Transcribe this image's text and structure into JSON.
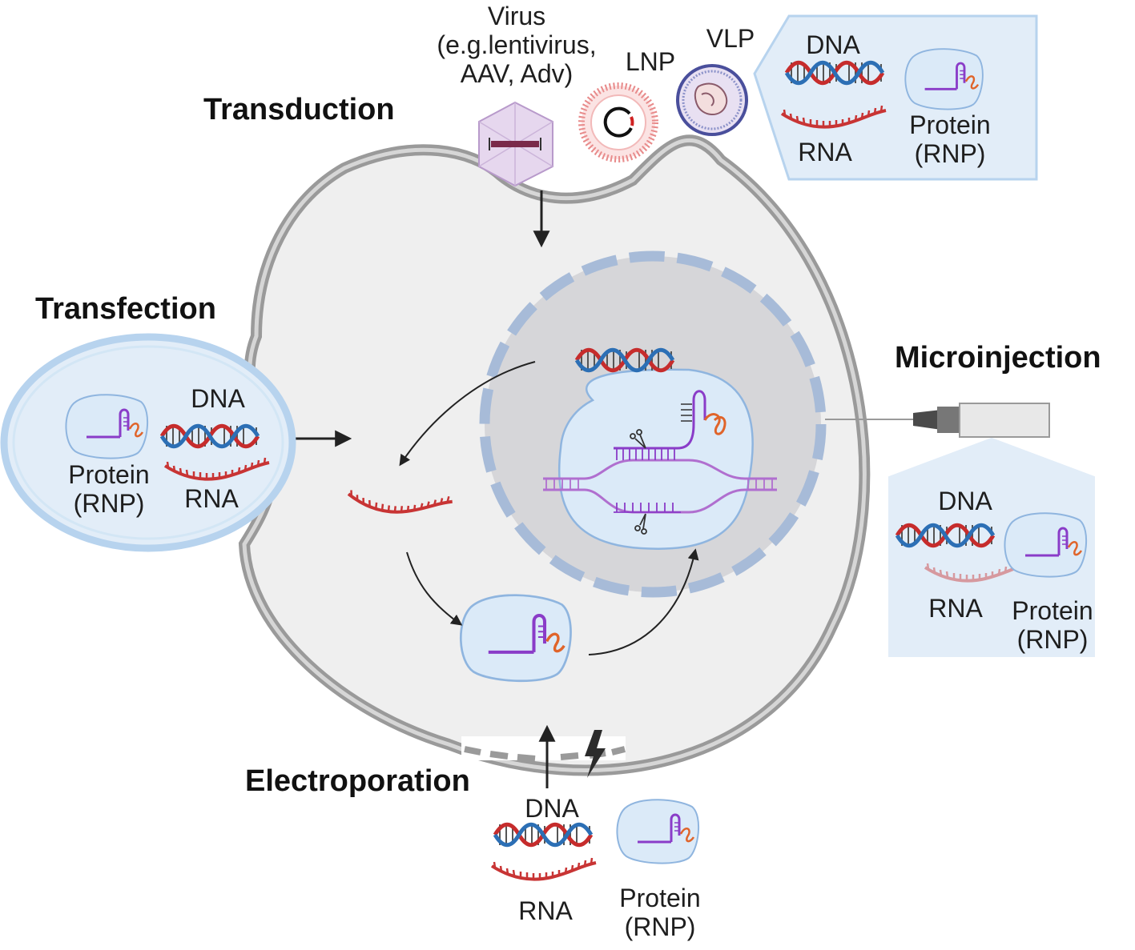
{
  "methods": {
    "transduction": "Transduction",
    "transfection": "Transfection",
    "microinjection": "Microinjection",
    "electroporation": "Electroporation"
  },
  "vehicles": {
    "virus": "Virus",
    "virus_examples_1": "(e.g.lentivirus,",
    "virus_examples_2": "AAV, Adv)",
    "lnp": "LNP",
    "vlp": "VLP"
  },
  "cargo": {
    "dna": "DNA",
    "rna": "RNA",
    "protein": "Protein",
    "rnp": "(RNP)"
  },
  "colors": {
    "cell_fill": "#efefef",
    "membrane": "#9a9a9a",
    "nucleus_fill": "#d6d6d9",
    "nuclear_envelope": "#a7bbd8",
    "panel_fill": "#e2edf8",
    "panel_stroke": "#b7d3ee",
    "protein_fill": "#dbeaf8",
    "protein_stroke": "#8fb5df",
    "dna_red": "#c62c2c",
    "dna_blue": "#2c6fb5",
    "rna_red": "#c83434",
    "guide_purple": "#8a3cc8",
    "guide_orange": "#e0642a",
    "arrow": "#222222"
  }
}
